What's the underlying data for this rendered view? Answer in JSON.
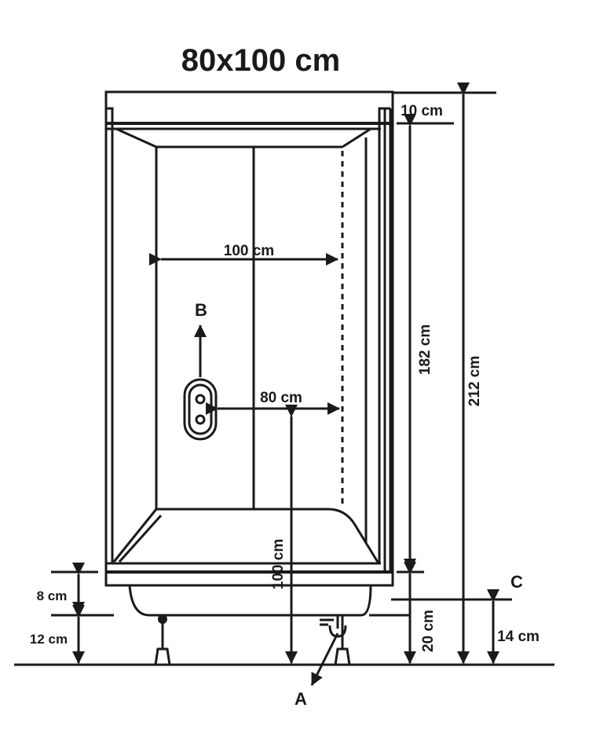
{
  "title": "80x100 cm",
  "dimensions": {
    "top_cap": "10 cm",
    "width_back": "100 cm",
    "width_faucet": "80 cm",
    "enclosure_height": "182 cm",
    "total_height": "212 cm",
    "faucet_height": "100 cm",
    "tray_base": "8 cm",
    "leg_height": "12 cm",
    "base_total": "20 cm",
    "drain_height": "14 cm"
  },
  "markers": {
    "a": "A",
    "b": "B",
    "c": "C"
  },
  "colors": {
    "line": "#1a1a1a",
    "background": "#ffffff"
  }
}
